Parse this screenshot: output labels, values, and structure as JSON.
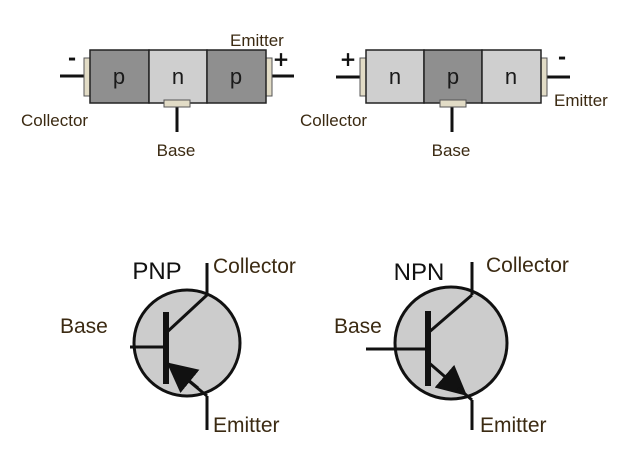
{
  "colors": {
    "p_region": "#8f8f8f",
    "n_region": "#cfcfcf",
    "contact": "#e2dcc6",
    "symbol_fill": "#cccccc",
    "label_text": "#3b2a12",
    "wire": "#111111"
  },
  "pnp_block": {
    "segments": [
      "p",
      "n",
      "p"
    ],
    "left_sign": "-",
    "right_sign": "+",
    "labels": {
      "collector": "Collector",
      "base": "Base",
      "emitter": "Emitter"
    }
  },
  "npn_block": {
    "segments": [
      "n",
      "p",
      "n"
    ],
    "left_sign": "+",
    "right_sign": "-",
    "labels": {
      "collector": "Collector",
      "base": "Base",
      "emitter": "Emitter"
    }
  },
  "pnp_symbol": {
    "title": "PNP",
    "arrow_direction": "inward-to-base",
    "labels": {
      "collector": "Collector",
      "base": "Base",
      "emitter": "Emitter"
    }
  },
  "npn_symbol": {
    "title": "NPN",
    "arrow_direction": "outward-from-base",
    "labels": {
      "collector": "Collector",
      "base": "Base",
      "emitter": "Emitter"
    }
  }
}
